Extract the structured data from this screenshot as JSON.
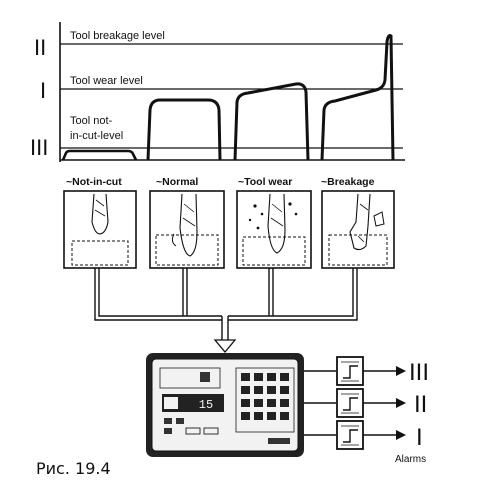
{
  "levels": {
    "breakage": {
      "roman": "II",
      "label": "Tool breakage level"
    },
    "wear": {
      "roman": "I",
      "label": "Tool wear level"
    },
    "notincut": {
      "roman": "III",
      "label_line1": "Tool not-",
      "label_line2": "in-cut-level"
    }
  },
  "states": [
    {
      "label": "~Not-in-cut"
    },
    {
      "label": "~Normal"
    },
    {
      "label": "~Tool wear"
    },
    {
      "label": "~Breakage"
    }
  ],
  "controller": {
    "display_value": "15"
  },
  "outputs": [
    {
      "roman": "III"
    },
    {
      "roman": "II"
    },
    {
      "roman": "I"
    }
  ],
  "alarms_label": "Alarms",
  "caption": "Рис. 19.4"
}
